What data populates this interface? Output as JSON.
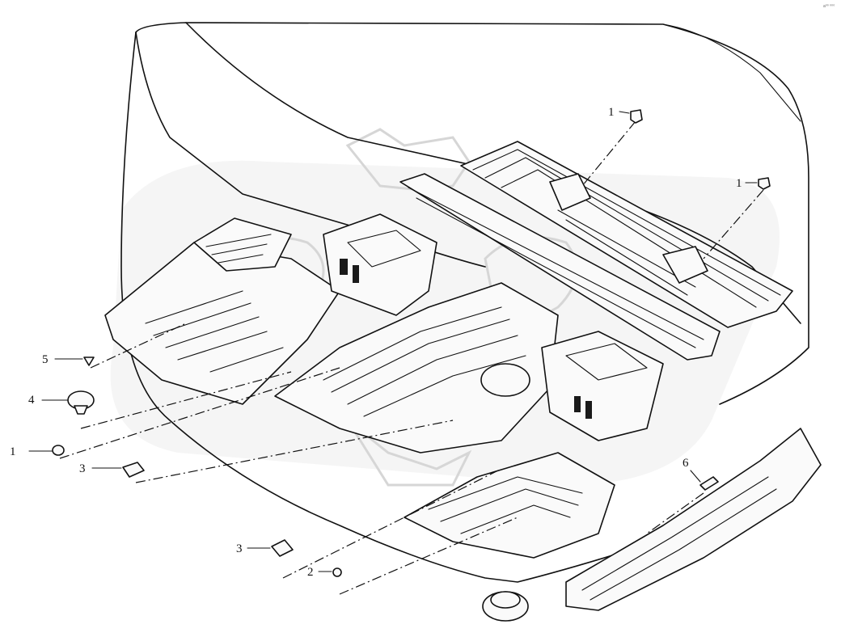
{
  "diagram": {
    "corner_mark": "a⁰⁰ ⁰⁰⁰",
    "callouts": [
      {
        "id": "c1a",
        "number": "1"
      },
      {
        "id": "c1b",
        "number": "1"
      },
      {
        "id": "c1c",
        "number": "1"
      },
      {
        "id": "c2",
        "number": "2"
      },
      {
        "id": "c3a",
        "number": "3"
      },
      {
        "id": "c3b",
        "number": "3"
      },
      {
        "id": "c4",
        "number": "4"
      },
      {
        "id": "c5",
        "number": "5"
      },
      {
        "id": "c6",
        "number": "6"
      }
    ]
  },
  "colors": {
    "line": "#111111",
    "background": "#ffffff",
    "watermark": "#d6d6d6"
  }
}
